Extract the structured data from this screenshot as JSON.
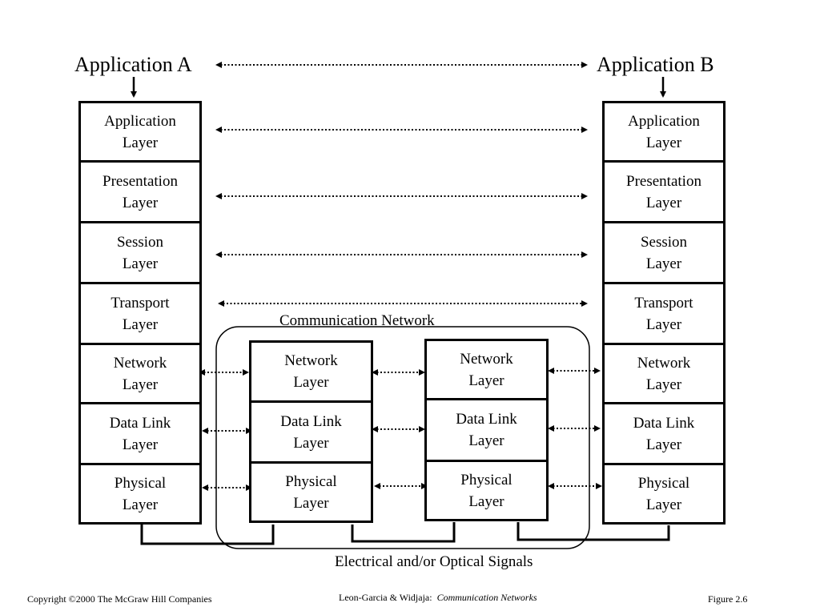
{
  "applications": {
    "left": "Application A",
    "right": "Application B"
  },
  "end_host_layers": [
    "Application\nLayer",
    "Presentation\nLayer",
    "Session\nLayer",
    "Transport\nLayer",
    "Network\nLayer",
    "Data Link\nLayer",
    "Physical\nLayer"
  ],
  "network_node_layers": [
    "Network\nLayer",
    "Data Link\nLayer",
    "Physical\nLayer"
  ],
  "network_label": "Communication Network",
  "signals_label": "Electrical and/or Optical Signals",
  "footer": {
    "copyright": "Copyright ©2000 The McGraw Hill Companies",
    "authors": "Leon-Garcia & Widjaja:",
    "book": "Communication Networks",
    "figure": "Figure 2.6"
  }
}
